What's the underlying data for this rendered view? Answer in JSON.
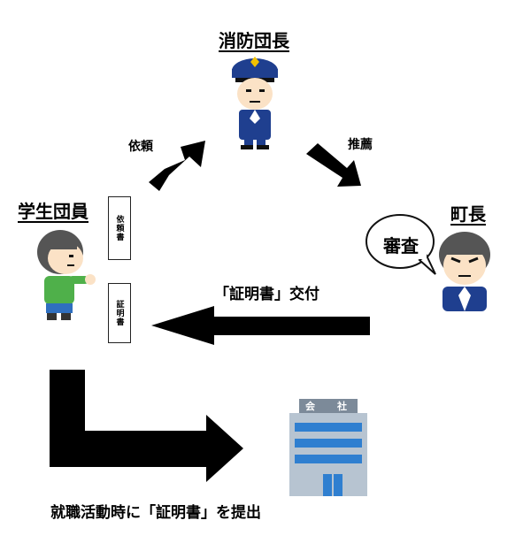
{
  "roles": {
    "fire_chief": "消防団長",
    "student_member": "学生団員",
    "town_mayor": "町長"
  },
  "flows": {
    "request": "依頼",
    "recommend": "推薦",
    "certificate_issue": "「証明書」交付",
    "submit_job": "就職活動時に「証明書」を提出"
  },
  "speech": {
    "review": "審査"
  },
  "documents": {
    "request_letter": "依頼書",
    "certificate": "証明書"
  },
  "building": {
    "sign_left": "会",
    "sign_right": "社"
  },
  "colors": {
    "arrow": "#000000",
    "police_blue": "#1f3f8f",
    "building_blue": "#2f7fd0",
    "green_shirt": "#4fb04a",
    "skin": "#fbe2c6"
  }
}
